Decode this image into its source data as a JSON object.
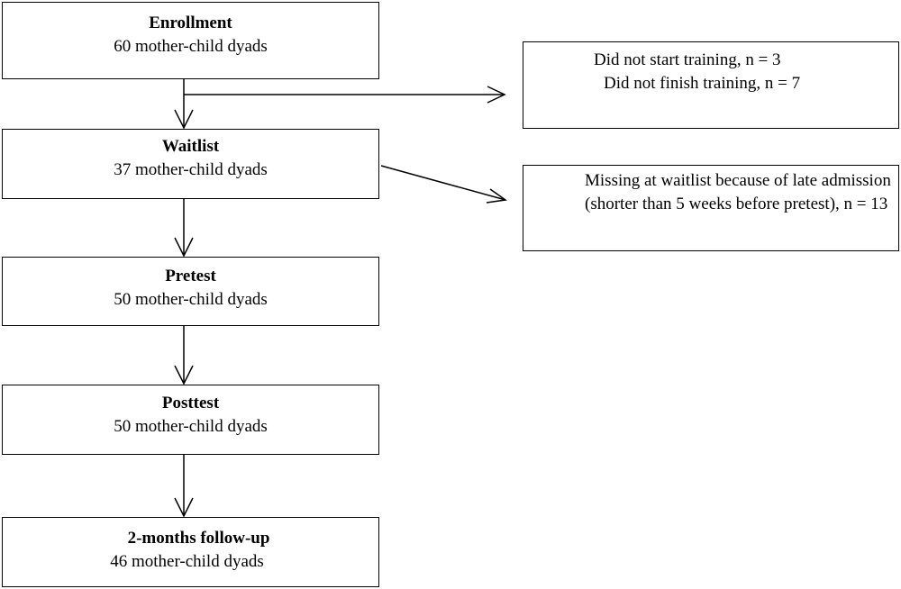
{
  "nodes": {
    "enrollment": {
      "title": "Enrollment",
      "sub": "60 mother-child dyads"
    },
    "waitlist": {
      "title": "Waitlist",
      "sub": "37 mother-child dyads"
    },
    "pretest": {
      "title": "Pretest",
      "sub": "50 mother-child dyads"
    },
    "posttest": {
      "title": "Posttest",
      "sub": "50 mother-child dyads"
    },
    "followup": {
      "title": "2-months follow-up",
      "sub": "46 mother-child dyads"
    }
  },
  "exclusions": {
    "training": {
      "line1": "Did not start training, n = 3",
      "line2": "Did not finish training, n = 7"
    },
    "waitlist_missing": {
      "text": "Missing at waitlist because of late admission (shorter than 5 weeks before pretest), n = 13"
    }
  }
}
